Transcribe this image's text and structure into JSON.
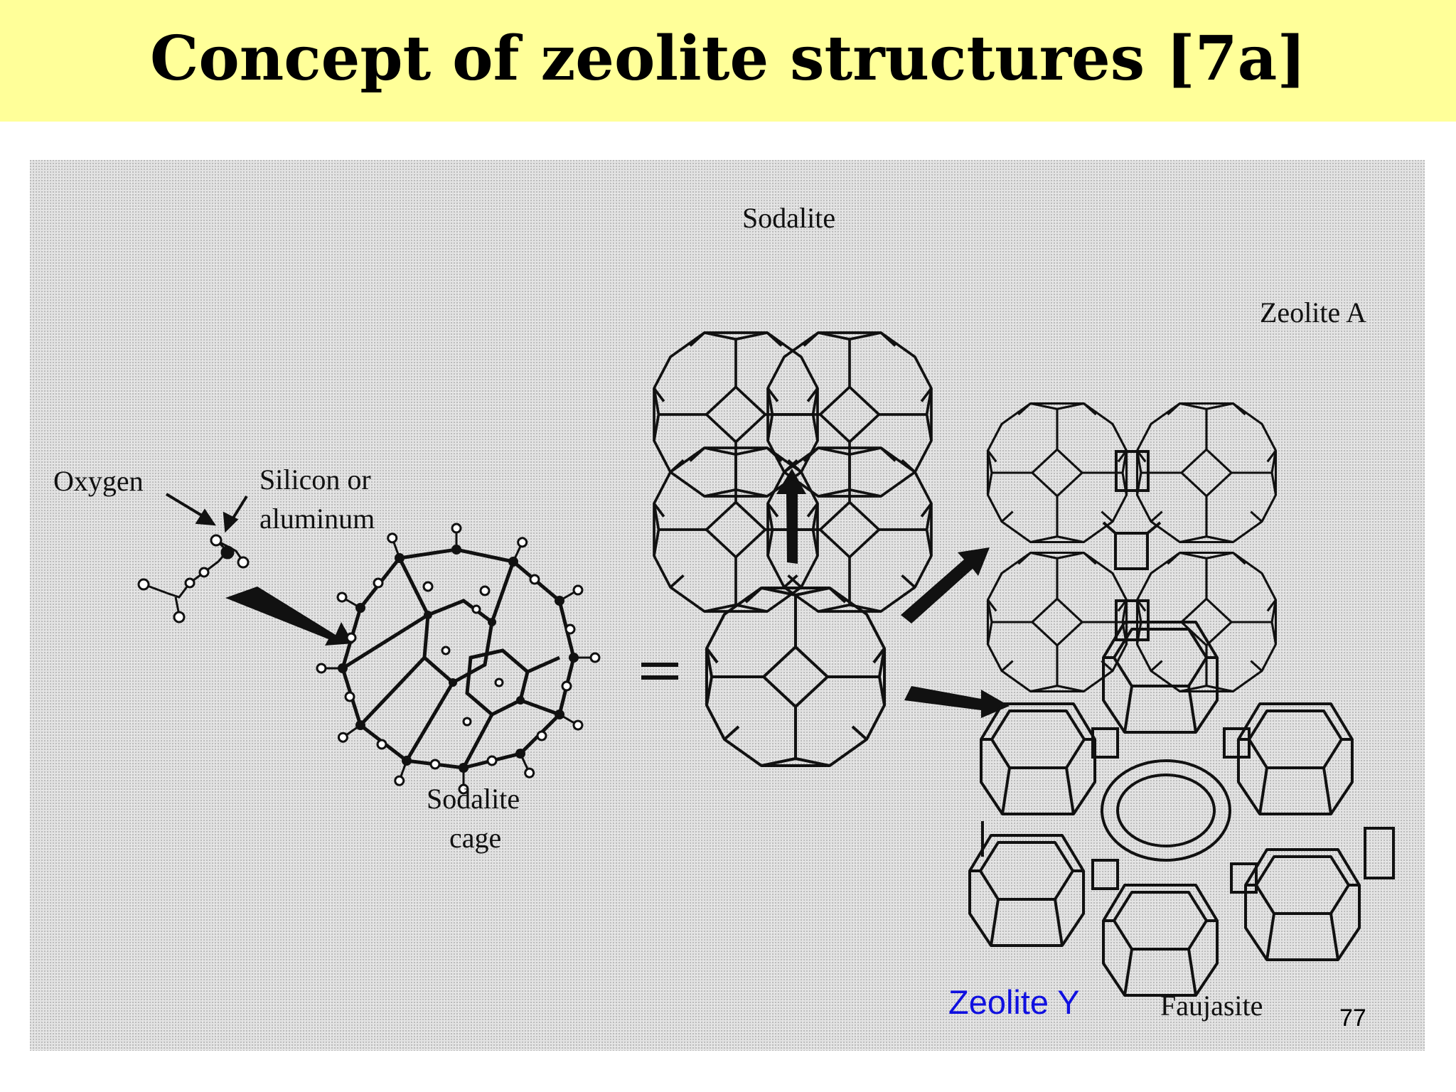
{
  "slide": {
    "title": "Concept of zeolite structures [7a]",
    "page_number": "77"
  },
  "figure": {
    "labels": {
      "oxygen": "Oxygen",
      "silicon_or_aluminum_line1": "Silicon or",
      "silicon_or_aluminum_line2": "aluminum",
      "sodalite_cage_line1": "Sodalite",
      "sodalite_cage_line2": "cage",
      "sodalite": "Sodalite",
      "zeolite_a": "Zeolite A",
      "faujasite": "Faujasite",
      "zeolite_y": "Zeolite Y",
      "equals": "="
    }
  },
  "colors": {
    "title_background": "#ffff99",
    "panel_background": "#e2e2e2",
    "zeolite_y_label": "#1010e0",
    "line_art": "#111111"
  }
}
